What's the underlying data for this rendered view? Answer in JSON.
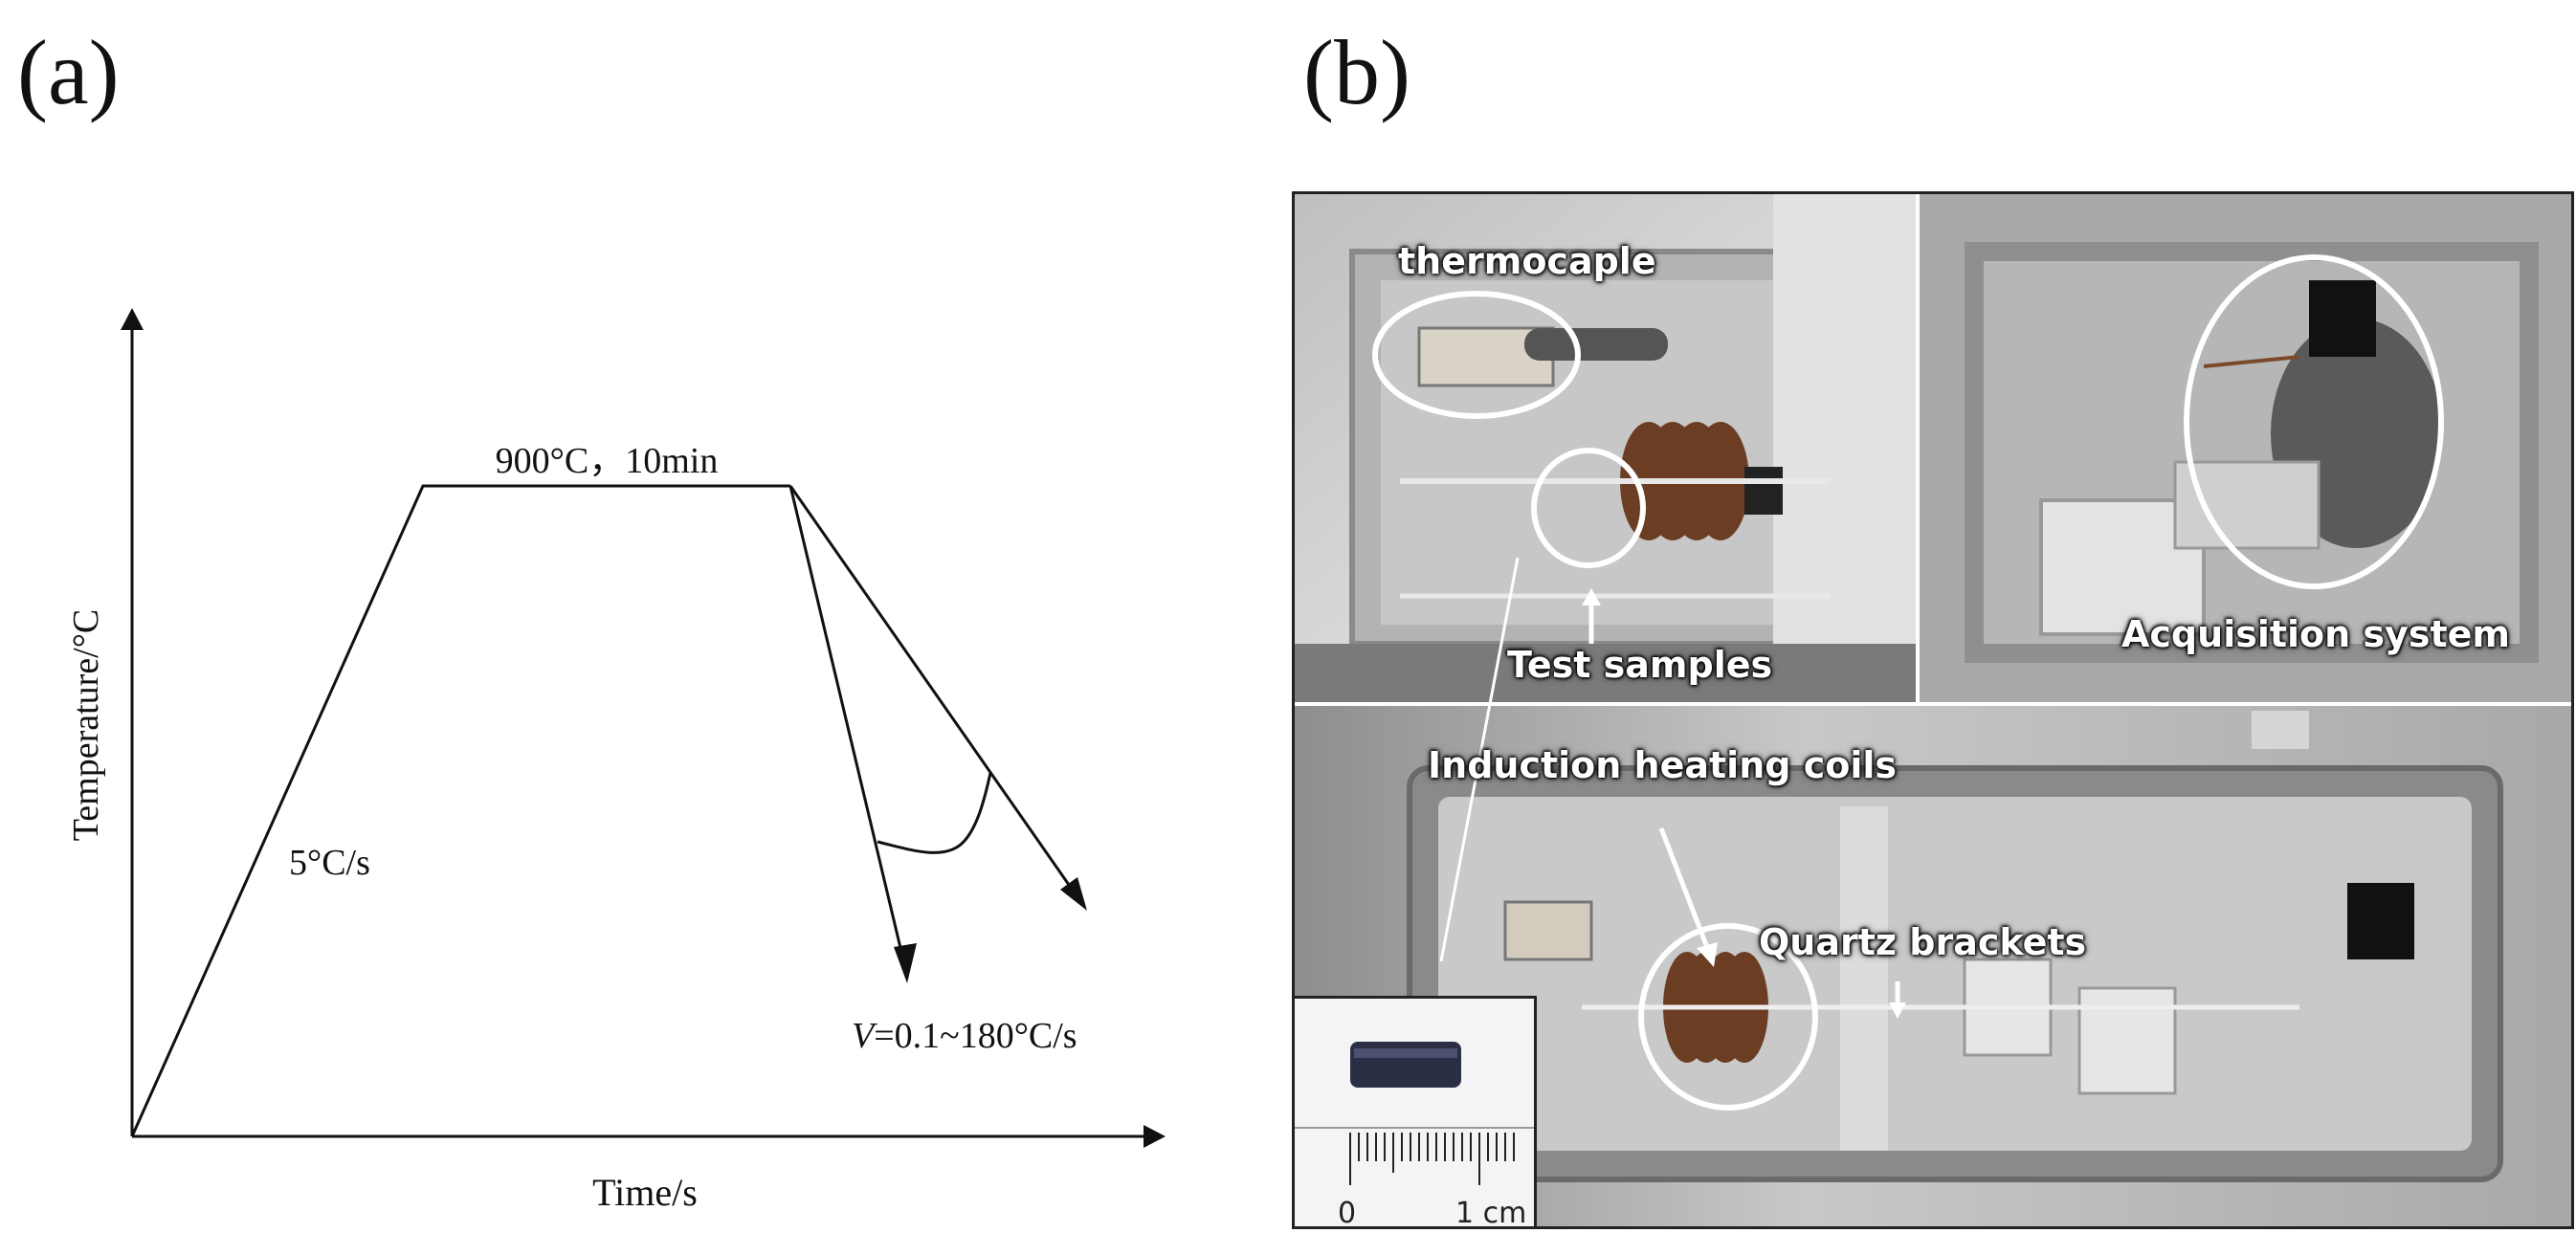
{
  "panels": {
    "a": {
      "label": "(a)"
    },
    "b": {
      "label": "(b)"
    }
  },
  "diagram": {
    "y_axis_label": "Temperature/°C",
    "x_axis_label": "Time/s",
    "hold_label": "900°C，10min",
    "heating_rate_label": "5°C/s",
    "cooling_rate_prefix": "V",
    "cooling_rate_value": "=0.1~180°C/s"
  },
  "photo": {
    "labels": {
      "thermocouple": "thermocaple",
      "test_samples": "Test samples",
      "acquisition_system": "Acquisition system",
      "induction_coils": "Induction heating coils",
      "quartz_brackets": "Quartz brackets"
    },
    "inset": {
      "scale_zero": "0",
      "scale_one": "1 cm"
    }
  }
}
